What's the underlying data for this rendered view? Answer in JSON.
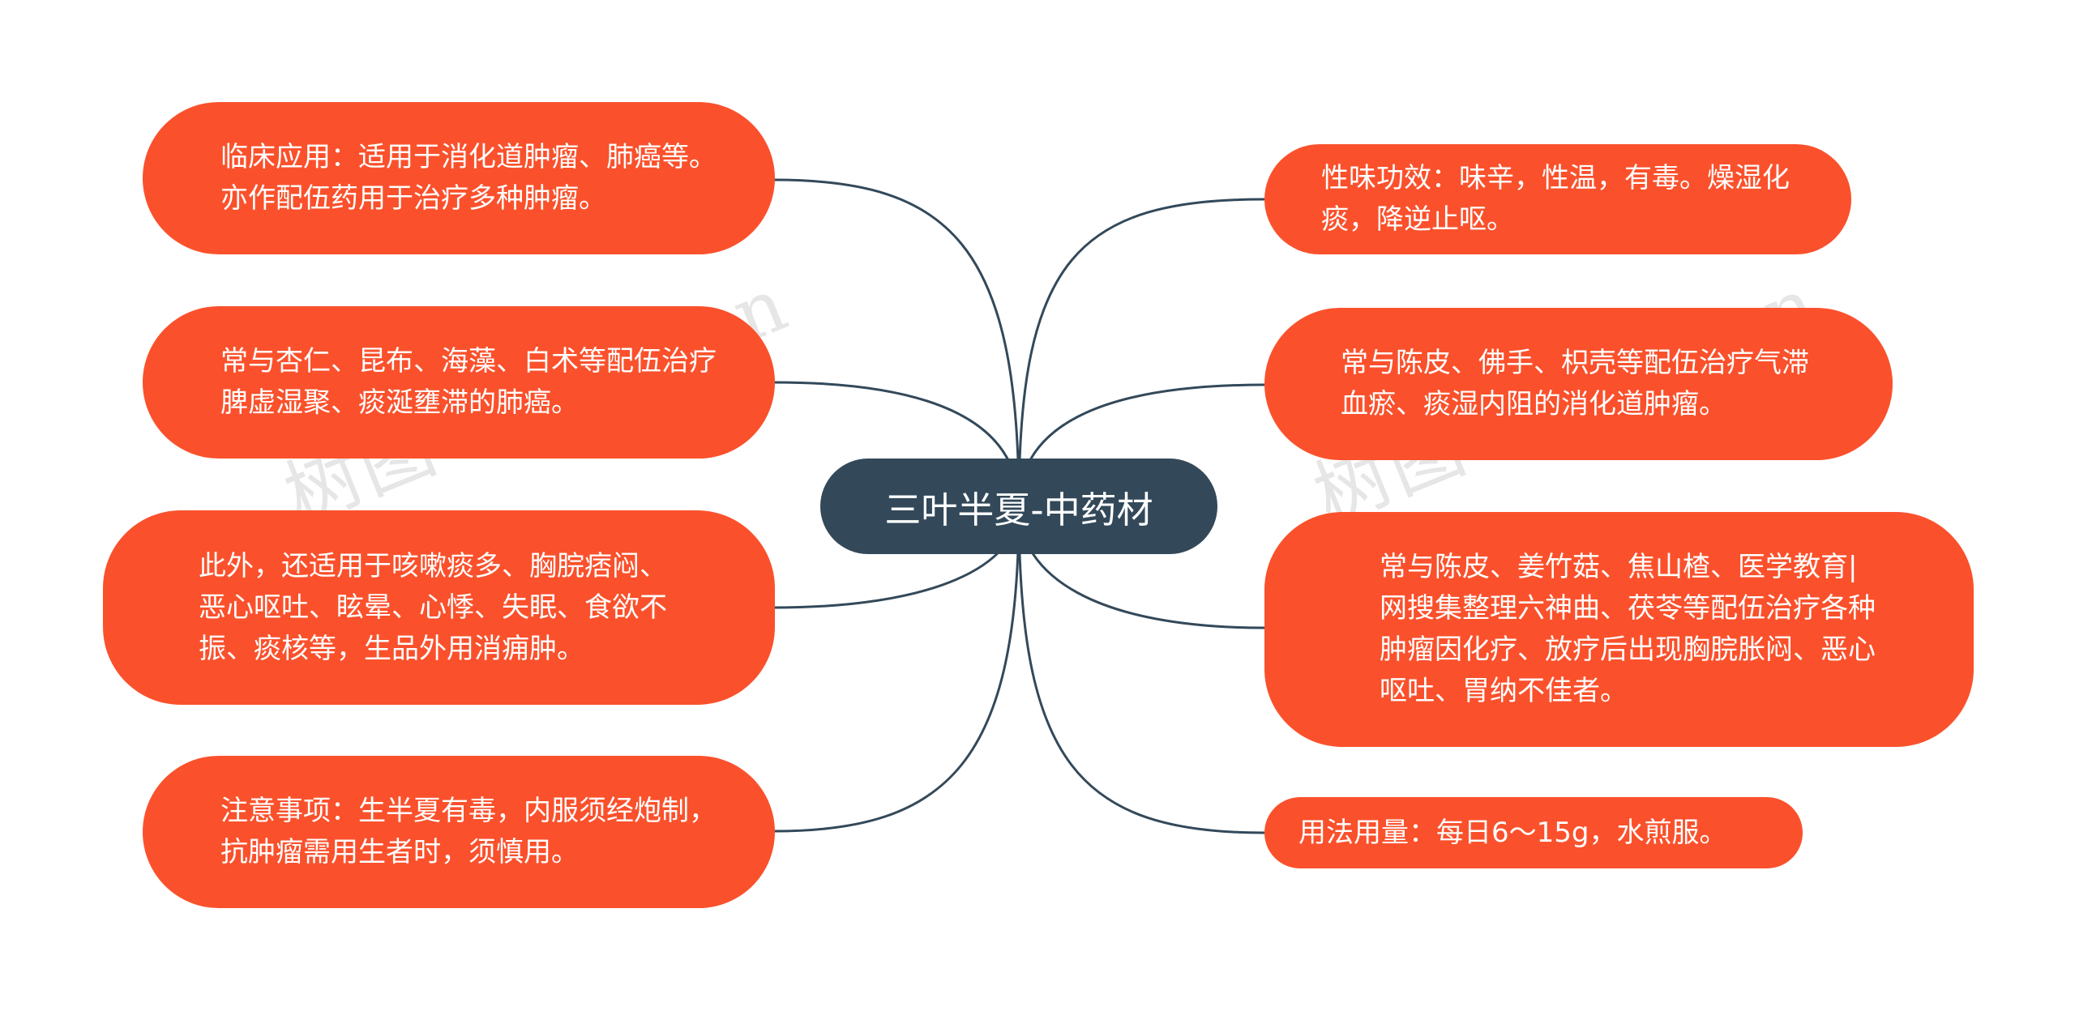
{
  "center": {
    "label": "三叶半夏-中药材"
  },
  "watermark": {
    "text": "树图 shutu.cn"
  },
  "left_nodes": [
    {
      "text": "临床应用：适用于消化道肿瘤、肺癌等。亦作配伍药用于治疗多种肿瘤。"
    },
    {
      "text": "常与杏仁、昆布、海藻、白术等配伍治疗脾虚湿聚、痰涎壅滞的肺癌。"
    },
    {
      "text": "此外，还适用于咳嗽痰多、胸脘痞闷、恶心呕吐、眩晕、心悸、失眠、食欲不振、痰核等，生品外用消痈肿。"
    },
    {
      "text": "注意事项：生半夏有毒，内服须经炮制，抗肿瘤需用生者时，须慎用。"
    }
  ],
  "right_nodes": [
    {
      "text": "性味功效：味辛，性温，有毒。燥湿化痰，降逆止呕。"
    },
    {
      "text": "常与陈皮、佛手、枳壳等配伍治疗气滞血瘀、痰湿内阻的消化道肿瘤。"
    },
    {
      "text": "常与陈皮、姜竹菇、焦山楂、医学教育|网搜集整理六神曲、茯苓等配伍治疗各种肿瘤因化疗、放疗后出现胸脘胀闷、恶心呕吐、胃纳不佳者。"
    },
    {
      "text": "用法用量：每日6～15g，水煎服。"
    }
  ],
  "colors": {
    "center_fill": "#33495a",
    "node_fill": "#fa512c",
    "link_stroke": "#33495a"
  }
}
